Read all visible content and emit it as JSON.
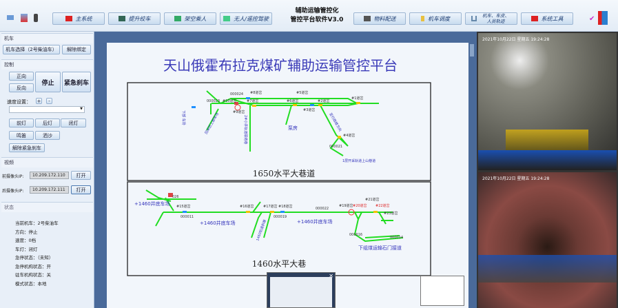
{
  "toolbar": {
    "buttons": [
      "主系统",
      "提升绞车",
      "架空乘人",
      "无人/遥控驾驶",
      "物料配送",
      "机车调度",
      "机车、车皮、人员轨迹",
      "系统工具"
    ],
    "title_line1": "辅助运输管控化",
    "title_line2": "管控平台软件V3.0"
  },
  "left": {
    "loco_section": "机车",
    "loco_select": "机车选择（2号柴油车）",
    "unbind": "解除绑定",
    "control_section": "控制",
    "forward": "正向",
    "reverse": "反向",
    "stop": "停止",
    "emergency_brake": "紧急刹车",
    "speed_label": "速度设置：",
    "speed_plus": "+",
    "speed_minus": "-",
    "speed_value": "",
    "front_light": "前灯",
    "rear_light": "后灯",
    "lights_off": "闭灯",
    "horn": "鸣笛",
    "sand": "洒沙",
    "release_brake": "解除紧急刹车",
    "video_section": "视频",
    "front_cam_label": "前摄像头IP:",
    "front_cam_ip": "10.209.172.110",
    "rear_cam_label": "后摄像头IP:",
    "rear_cam_ip": "10.209.172.111",
    "open": "打开",
    "status_section": "状态",
    "status": [
      "当前机车：2号柴油车",
      "方向：停止",
      "速度：0档",
      "车灯：闭灯",
      "急停状态：（未知）",
      "急停机构状态：开",
      "驻车机构状态：关",
      "模式状态：本地"
    ]
  },
  "map": {
    "title": "天山俄霍布拉克煤矿辅助运输管控平台",
    "upper_label": "1650水平大巷道",
    "lower_label": "1460水平大巷",
    "upper_texts": [
      "000024",
      "#8道岔",
      "000023",
      "#10道岔",
      "#9道岔",
      "#7道岔",
      "#5道岔",
      "#6道岔",
      "#3道岔",
      "#2道岔",
      "#1道岔",
      "#4道岔",
      "泵房",
      "000021",
      "下部 车场",
      "回采区上部车场",
      "2#小井轨道联络巷",
      "至行政楼方向",
      "1层开采轨道上山巷道"
    ],
    "lower_texts": [
      "026",
      "+1460井底车场",
      "#15道岔",
      "000011",
      "#16道岔",
      "#17道岔",
      "#18道岔",
      "000019",
      "+1460井底车场",
      "000022",
      "+1460井底车场",
      "#19道岔",
      "#20道岔",
      "#21道岔",
      "#22道岔",
      "#23道岔",
      "000016",
      "000014",
      "下组煤运输石门接道",
      "1460轨道斜巷"
    ]
  },
  "cameras": [
    {
      "timestamp": "2021年10月22日 星期五 19:24:28"
    },
    {
      "timestamp": "2021年10月22日 星期五 19:24:28"
    }
  ],
  "colors": {
    "track": "#22dd22",
    "switch_yellow": "#f2c200",
    "switch_blue": "#1e90ff",
    "label_blue": "#3333bb"
  }
}
